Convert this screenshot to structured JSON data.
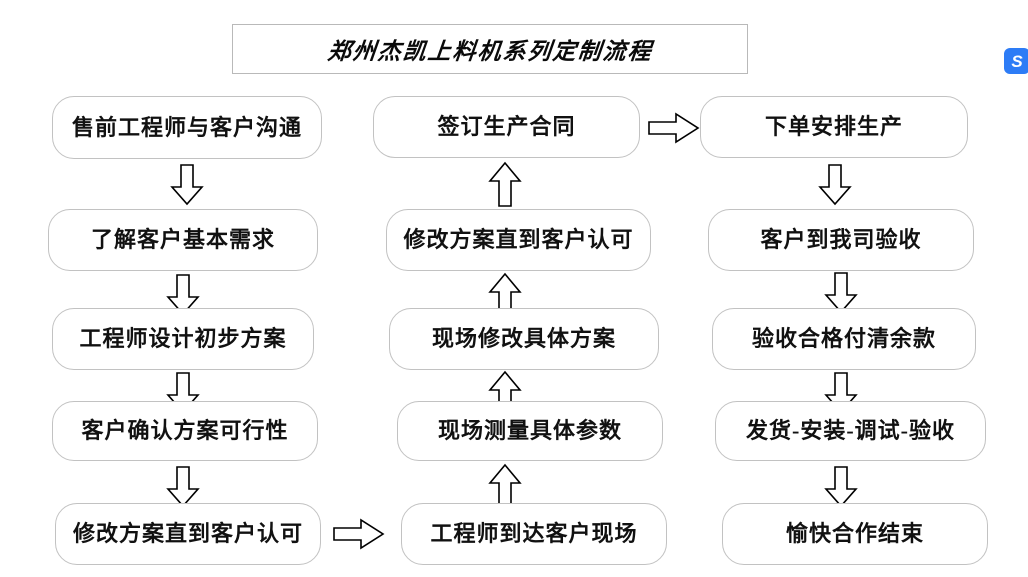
{
  "title": {
    "text": "郑州杰凯上料机系列定制流程"
  },
  "logo": {
    "glyph": "S",
    "color": "#2d7cf6"
  },
  "theme": {
    "background": "#ffffff",
    "box_border": "#c2c2c2",
    "title_border": "#b9b9b9",
    "text_color": "#111111",
    "arrow_stroke": "#000000"
  },
  "flow": {
    "columns": [
      {
        "name": "column-1-presales",
        "direction": "down",
        "nodes": [
          {
            "label": "售前工程师与客户沟通"
          },
          {
            "label": "了解客户基本需求"
          },
          {
            "label": "工程师设计初步方案"
          },
          {
            "label": "客户确认方案可行性"
          },
          {
            "label": "修改方案直到客户认可"
          }
        ]
      },
      {
        "name": "column-2-onsite",
        "direction": "up",
        "nodes": [
          {
            "label": "签订生产合同"
          },
          {
            "label": "修改方案直到客户认可"
          },
          {
            "label": "现场修改具体方案"
          },
          {
            "label": "现场测量具体参数"
          },
          {
            "label": "工程师到达客户现场"
          }
        ]
      },
      {
        "name": "column-3-production",
        "direction": "down",
        "nodes": [
          {
            "label": "下单安排生产"
          },
          {
            "label": "客户到我司验收"
          },
          {
            "label": "验收合格付清余款"
          },
          {
            "label": "发货-安装-调试-验收"
          },
          {
            "label": "愉快合作结束"
          }
        ]
      }
    ],
    "connectors": [
      {
        "name": "col1-to-col2",
        "type": "arrow-right",
        "from": "修改方案直到客户认可",
        "to": "工程师到达客户现场"
      },
      {
        "name": "col2-to-col3",
        "type": "arrow-right",
        "from": "签订生产合同",
        "to": "下单安排生产"
      }
    ]
  }
}
